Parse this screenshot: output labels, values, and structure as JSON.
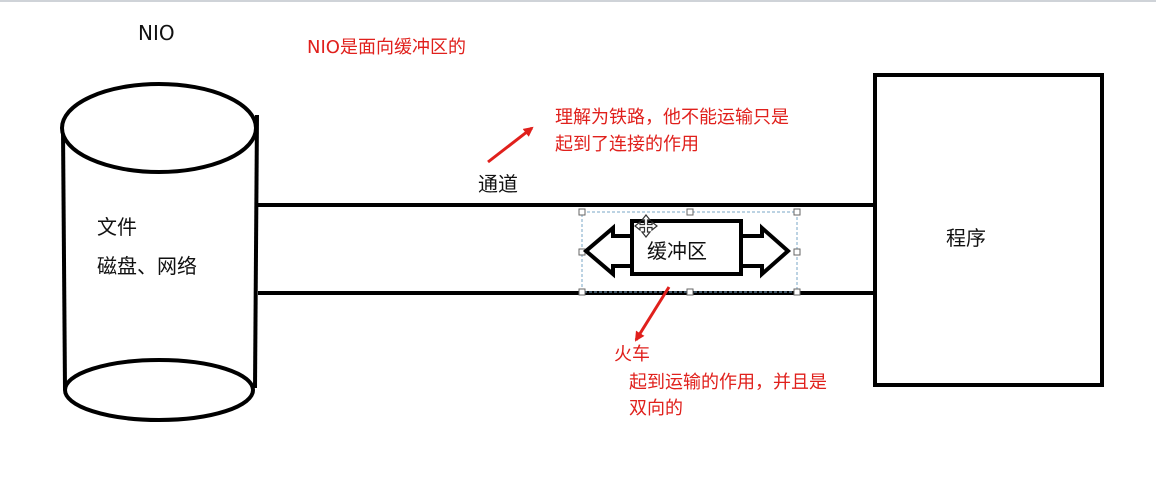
{
  "labels": {
    "nio": "NIO",
    "nio_desc": "NIO是面向缓冲区的",
    "channel_note_line1": "理解为铁路，他不能运输只是",
    "channel_note_line2": "起到了连接的作用",
    "channel": "通道",
    "file": "文件",
    "disk_network": "磁盘、网络",
    "buffer": "缓冲区",
    "program": "程序",
    "train": "火车",
    "train_note_line1": "起到运输的作用，并且是",
    "train_note_line2": "双向的"
  },
  "colors": {
    "line": "#000000",
    "annotation": "#e0201c",
    "selection": "#7aa7c7"
  }
}
